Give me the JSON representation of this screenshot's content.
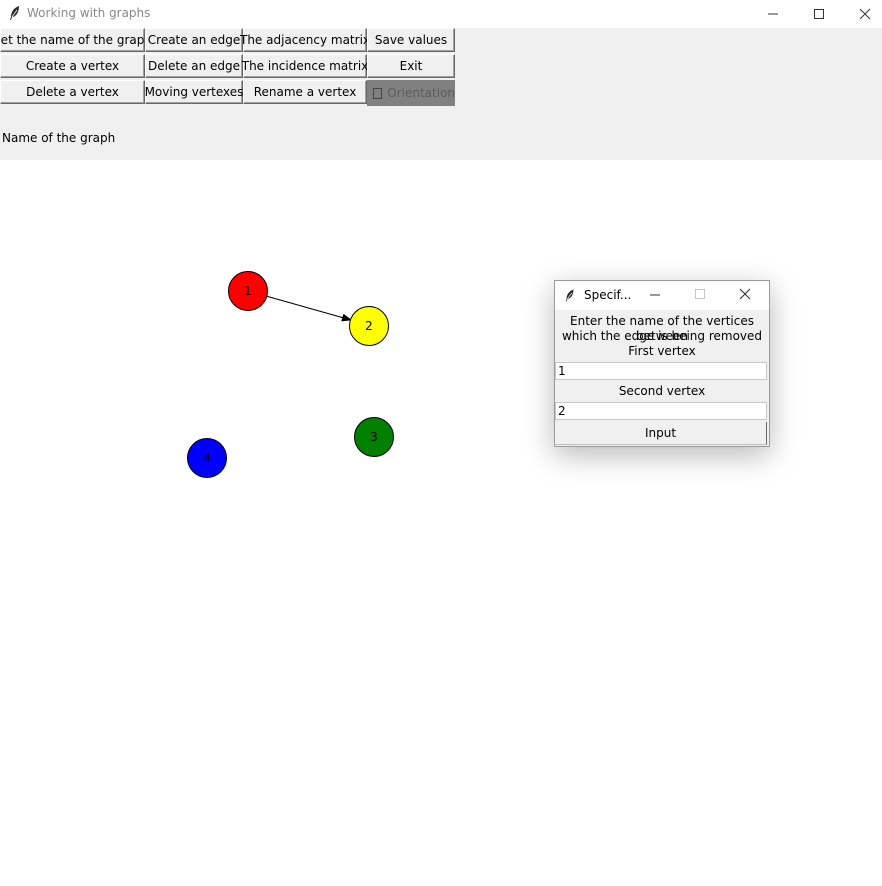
{
  "window": {
    "title": "Working with graphs"
  },
  "toolbar": {
    "set_name": "Set the name of the graph",
    "create_vertex": "Create a vertex",
    "delete_vertex": "Delete a vertex",
    "create_edge": "Create an edge",
    "delete_edge": "Delete an edge",
    "moving_vertexes": "Moving vertexes",
    "adjacency_matrix": "The adjacency matrix",
    "incidence_matrix": "The incidence matrix",
    "rename_vertex": "Rename a vertex",
    "save_values": "Save values",
    "exit": "Exit",
    "orientation": "Orientation",
    "orientation_checked": false
  },
  "graph_name_label": "Name of the graph",
  "graph": {
    "vertices": [
      {
        "label": "1",
        "color": "#ff0000"
      },
      {
        "label": "2",
        "color": "#ffff00"
      },
      {
        "label": "3",
        "color": "#008000"
      },
      {
        "label": "4",
        "color": "#0000ff"
      }
    ],
    "edges": [
      {
        "from": "1",
        "to": "2",
        "directed": true
      }
    ]
  },
  "dialog": {
    "title": "Specif...",
    "prompt_line1": "Enter the name of the vertices between",
    "prompt_line2": "which the edge is being removed",
    "first_label": "First vertex",
    "first_value": "1",
    "second_label": "Second vertex",
    "second_value": "2",
    "submit_label": "Input"
  },
  "icons": [
    "feather-icon",
    "minimize-icon",
    "maximize-icon",
    "close-icon",
    "checkbox-icon"
  ]
}
